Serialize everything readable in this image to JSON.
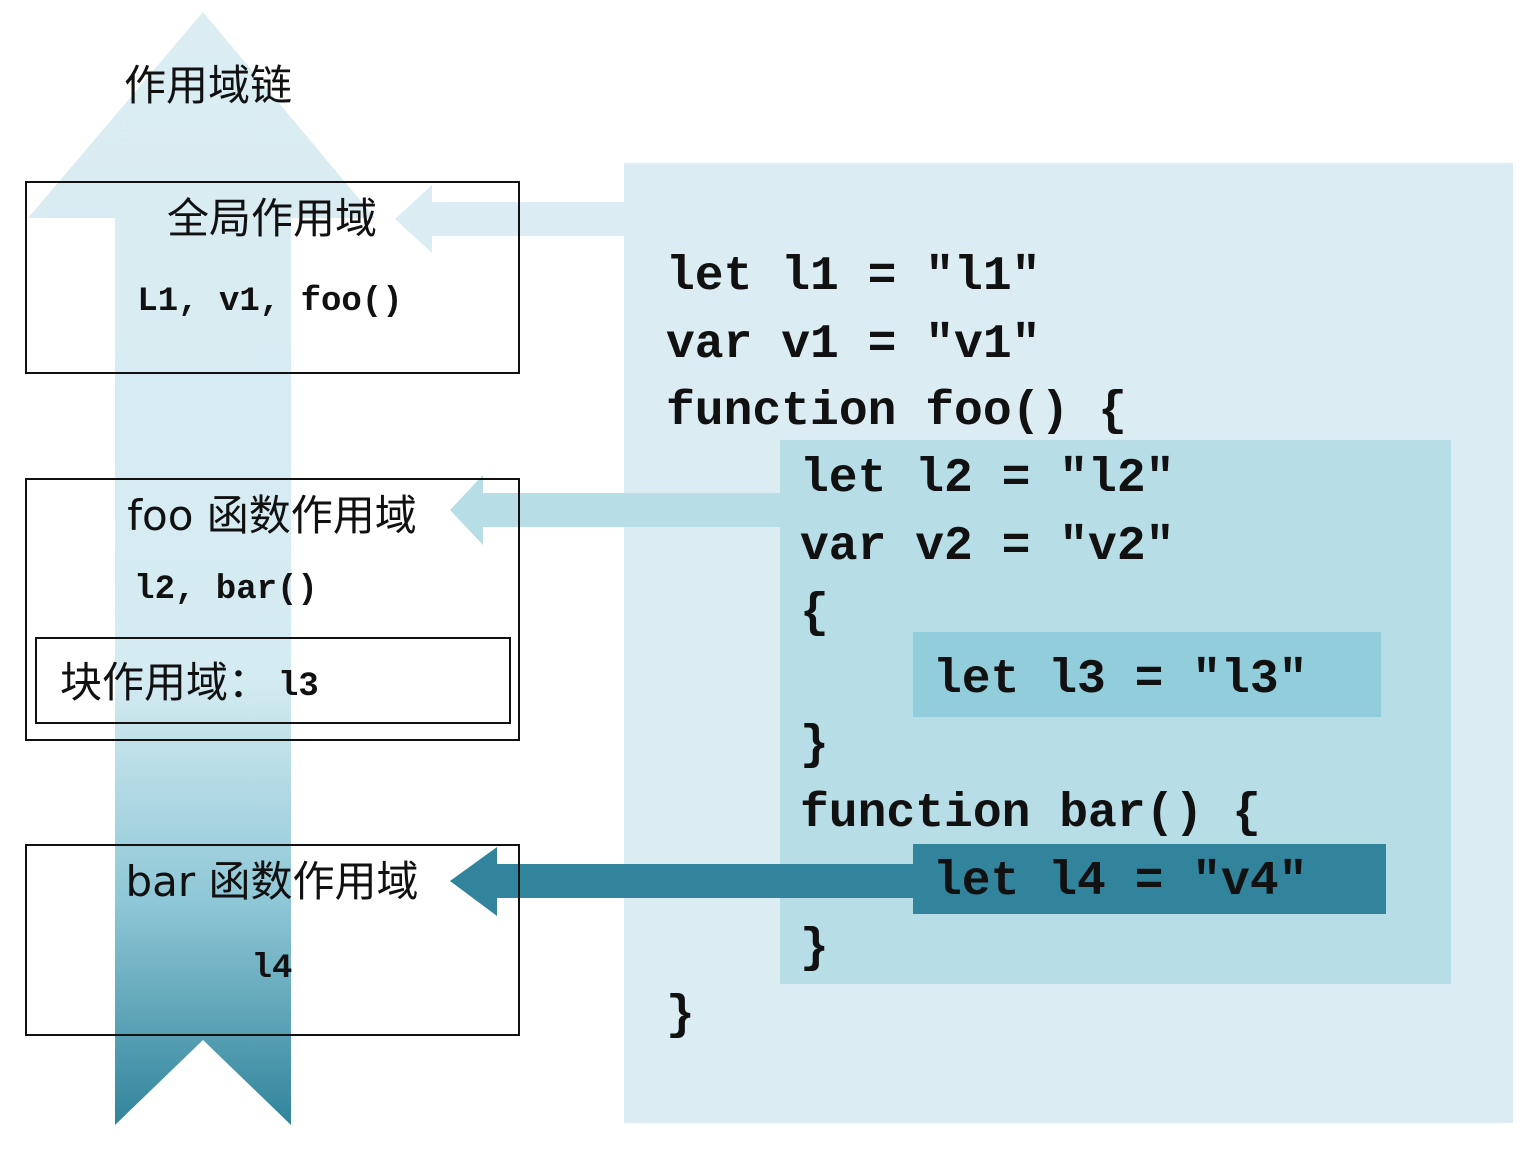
{
  "chain": {
    "label": "作用域链"
  },
  "scopes": {
    "global": {
      "title": "全局作用域",
      "vars": "L1, v1, foo()"
    },
    "foo": {
      "title": "foo 函数作用域",
      "vars": "l2, bar()"
    },
    "block": {
      "title": "块作用域：",
      "vars": "l3"
    },
    "bar": {
      "title": "bar 函数作用域",
      "vars": "l4"
    }
  },
  "code": {
    "outer": {
      "line1": "let l1 = \"l1\"",
      "line2": "var v1 = \"v1\"",
      "line3": "function foo() {",
      "close": "}"
    },
    "foo": {
      "line1": "let l2 = \"l2\"",
      "line2": "var v2 = \"v2\"",
      "open_brace": "{",
      "close_brace": "}",
      "bar_decl": "function bar() {",
      "bar_close": "}"
    },
    "block": {
      "line": "let l3 = \"l3\""
    },
    "bar": {
      "line": "let l4 = \"v4\""
    }
  },
  "colors": {
    "outer_bg": "#dbedf3",
    "foo_bg": "#b7dde7",
    "block_bg": "#92cddb",
    "bar_bg": "#31849b",
    "chain_light": "#dbedf3",
    "chain_dark": "#31849b"
  }
}
